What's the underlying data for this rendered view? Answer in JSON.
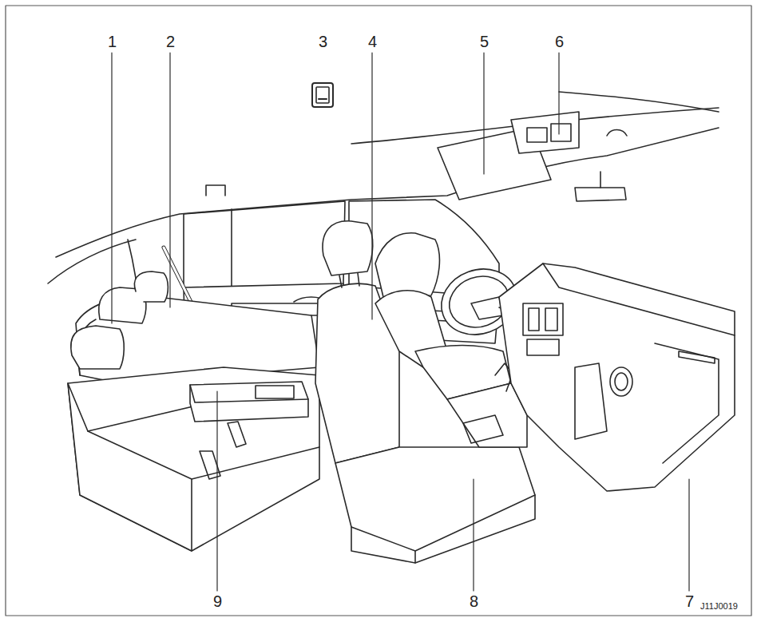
{
  "diagram": {
    "labels": [
      "1",
      "2",
      "3",
      "4",
      "5",
      "6",
      "7",
      "8",
      "9",
      "J11J0019"
    ]
  }
}
